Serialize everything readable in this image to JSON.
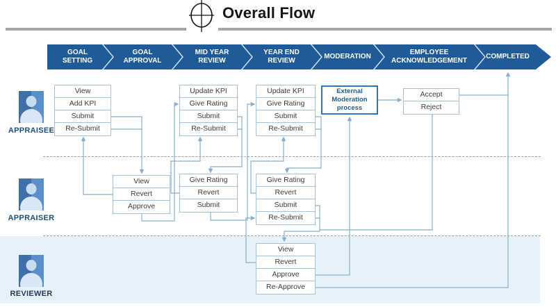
{
  "header": {
    "title": "Overall Flow",
    "icon": "crosshair-icon"
  },
  "process_bar": {
    "stages": [
      "GOAL SETTING",
      "GOAL APPROVAL",
      "MID YEAR REVIEW",
      "YEAR END REVIEW",
      "MODERATION",
      "EMPLOYEE ACKNOWLEDGEMENT",
      "COMPLETED"
    ]
  },
  "lanes": {
    "appraisee": {
      "label": "APPRAISEE"
    },
    "appraiser": {
      "label": "APPRAISER"
    },
    "reviewer": {
      "label": "REVIEWER"
    }
  },
  "boxes": {
    "appraisee_goal_setting": {
      "rows": [
        "View",
        "Add KPI",
        "Submit",
        "Re-Submit"
      ]
    },
    "appraisee_mid_year": {
      "rows": [
        "Update KPI",
        "Give Rating",
        "Submit",
        "Re-Submit"
      ]
    },
    "appraisee_year_end": {
      "rows": [
        "Update KPI",
        "Give Rating",
        "Submit",
        "Re-Submit"
      ]
    },
    "external_moderation": {
      "label": "External Moderation process"
    },
    "employee_acknowledgement": {
      "rows": [
        "Accept",
        "Reject"
      ]
    },
    "appraiser_goal_approval": {
      "rows": [
        "View",
        "Revert",
        "Approve"
      ]
    },
    "appraiser_mid_year": {
      "rows": [
        "Give Rating",
        "Revert",
        "Submit"
      ]
    },
    "appraiser_year_end": {
      "rows": [
        "Give Rating",
        "Revert",
        "Submit",
        "Re-Submit"
      ]
    },
    "reviewer_moderation": {
      "rows": [
        "View",
        "Revert",
        "Approve",
        "Re-Approve"
      ]
    }
  },
  "colors": {
    "bar": "#1f5b99",
    "box_border": "#a6c1d8",
    "ext_border": "#2e75b6",
    "ext_text": "#1f5c99",
    "connector": "#88aecd",
    "lane_label": "#1f4e79",
    "reviewer_bg": "#e6f2fa",
    "rule": "#a6a6a6"
  }
}
